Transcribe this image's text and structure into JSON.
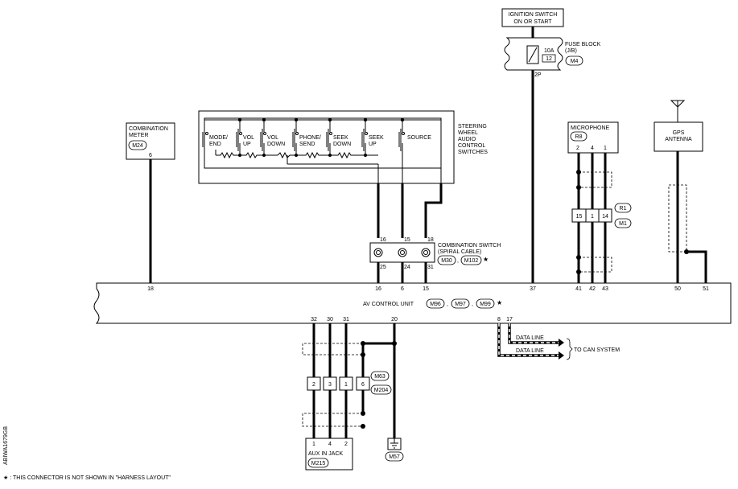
{
  "ignition": {
    "line1": "IGNITION SWITCH",
    "line2": "ON OR START"
  },
  "fuse_block": {
    "line1": "FUSE BLOCK",
    "line2": "(J/B)",
    "rating": "10A",
    "fuse_no": "12",
    "connector": "M4",
    "pin_below": "2P"
  },
  "combination_meter": {
    "line1": "COMBINATION",
    "line2": "METER",
    "connector": "M24",
    "pin": "6"
  },
  "steering_switches": {
    "title": [
      "STEERING",
      "WHEEL",
      "AUDIO",
      "CONTROL",
      "SWITCHES"
    ],
    "switches": [
      {
        "l1": "MODE/",
        "l2": "END"
      },
      {
        "l1": "VOL",
        "l2": "UP"
      },
      {
        "l1": "VOL",
        "l2": "DOWN"
      },
      {
        "l1": "PHONE/",
        "l2": "SEND"
      },
      {
        "l1": "SEEK",
        "l2": "DOWN"
      },
      {
        "l1": "SEEK",
        "l2": "UP"
      },
      {
        "l1": "SOURCE",
        "l2": ""
      }
    ]
  },
  "combination_switch": {
    "line1": "COMBINATION SWITCH",
    "line2": "(SPIRAL CABLE)",
    "connectors": [
      "M30",
      "M102"
    ],
    "sep": ",",
    "star": "★",
    "pins_top": [
      "16",
      "15",
      "18"
    ],
    "pins_bottom": [
      "25",
      "24",
      "31"
    ]
  },
  "microphone": {
    "label": "MICROPHONE",
    "connector": "R8",
    "pins": [
      "2",
      "4",
      "1"
    ],
    "joint_pins": [
      "15",
      "1",
      "14"
    ],
    "joint_connectors": [
      "R1",
      "M1"
    ]
  },
  "gps": {
    "line1": "GPS",
    "line2": "ANTENNA"
  },
  "av_unit": {
    "label": "AV CONTROL UNIT",
    "connectors": [
      "M96",
      "M97",
      "M99"
    ],
    "sep": ",",
    "star": "★",
    "pins_top": [
      "18",
      "16",
      "6",
      "15",
      "37",
      "41",
      "42",
      "43",
      "50",
      "51"
    ],
    "pins_bottom": [
      "32",
      "30",
      "31",
      "20",
      "8",
      "17"
    ]
  },
  "data_line": {
    "label1": "DATA LINE",
    "label2": "DATA LINE",
    "to": "TO CAN SYSTEM"
  },
  "aux": {
    "label": "AUX IN JACK",
    "connector": "M215",
    "pins": [
      "1",
      "4",
      "2"
    ],
    "joint_pins": [
      "2",
      "3",
      "1",
      "6"
    ],
    "joint_connectors": [
      "M63",
      "M204"
    ]
  },
  "ground": {
    "connector": "M57"
  },
  "footnote": "★ : THIS CONNECTOR IS NOT SHOWN IN \"HARNESS LAYOUT\"",
  "figure_id": "ABIWA1679GB"
}
